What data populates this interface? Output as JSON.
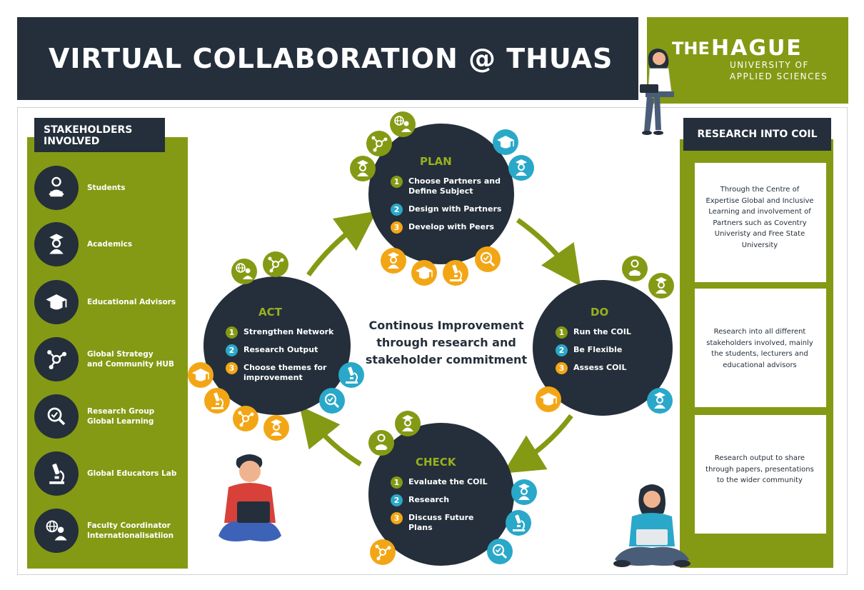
{
  "title": "VIRTUAL COLLABORATION @ THUAS",
  "logo": {
    "the": "THE",
    "hague": "HAGUE",
    "line1": "UNIVERSITY OF",
    "line2": "APPLIED SCIENCES"
  },
  "stakeholders": {
    "header_line1": "STAKEHOLDERS",
    "header_line2": "INVOLVED",
    "items": [
      {
        "line1": "Students",
        "line2": "",
        "icon": "student-laptop-icon"
      },
      {
        "line1": "Academics",
        "line2": "",
        "icon": "academic-icon"
      },
      {
        "line1": "Educational Advisors",
        "line2": "",
        "icon": "graduation-cap-icon"
      },
      {
        "line1": "Global Strategy",
        "line2": "and Community HUB",
        "icon": "network-icon"
      },
      {
        "line1": "Research Group",
        "line2": "Global Learning",
        "icon": "magnifier-icon"
      },
      {
        "line1": "Global Educators Lab",
        "line2": "",
        "icon": "microscope-icon"
      },
      {
        "line1": "Faculty Coordinator",
        "line2": "Internationalisatiion",
        "icon": "globe-person-icon"
      }
    ]
  },
  "research": {
    "header": "RESEARCH INTO COIL",
    "cards": [
      {
        "lines": [
          "Through the Centre of",
          "Expertise Global and Inclusive",
          "Learning and involvement of",
          "Partners such as Coventry",
          "Univeristy and Free State",
          "University"
        ]
      },
      {
        "lines": [
          "Research into all different",
          "stakeholders involved, mainly",
          "the students, lecturers and",
          "educational advisors"
        ]
      },
      {
        "lines": [
          "Research output to share",
          "through papers, presentations",
          "to the wider community"
        ]
      }
    ]
  },
  "center": {
    "lines": [
      "Continous Improvement",
      "through research and",
      "stakeholder commitment"
    ]
  },
  "phases": {
    "plan": {
      "title": "PLAN",
      "steps": [
        {
          "num": "1",
          "lines": [
            "Choose Partners and",
            "Define Subject"
          ]
        },
        {
          "num": "2",
          "lines": [
            "Design with Partners"
          ]
        },
        {
          "num": "3",
          "lines": [
            "Develop with Peers"
          ]
        }
      ]
    },
    "do": {
      "title": "DO",
      "steps": [
        {
          "num": "1",
          "lines": [
            "Run the COIL"
          ]
        },
        {
          "num": "2",
          "lines": [
            "Be Flexible"
          ]
        },
        {
          "num": "3",
          "lines": [
            "Assess COIL"
          ]
        }
      ]
    },
    "check": {
      "title": "CHECK",
      "steps": [
        {
          "num": "1",
          "lines": [
            "Evaluate the COIL"
          ]
        },
        {
          "num": "2",
          "lines": [
            "Research"
          ]
        },
        {
          "num": "3",
          "lines": [
            "Discuss Future",
            "Plans"
          ]
        }
      ]
    },
    "act": {
      "title": "ACT",
      "steps": [
        {
          "num": "1",
          "lines": [
            "Strengthen Network"
          ]
        },
        {
          "num": "2",
          "lines": [
            "Research Output"
          ]
        },
        {
          "num": "3",
          "lines": [
            "Choose themes for",
            "improvement"
          ]
        }
      ]
    }
  },
  "colors": {
    "navy": "#242f3b",
    "green": "#849a14",
    "blue": "#2aa8c9",
    "orange": "#f3a615"
  }
}
